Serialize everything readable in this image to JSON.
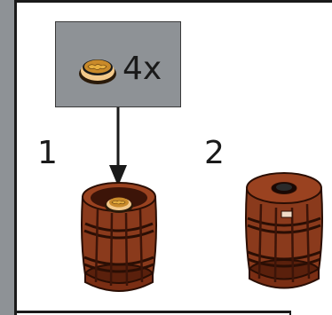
{
  "callout": {
    "quantity_label": "4x",
    "part_icon": "round-tile-gold-coin-icon"
  },
  "steps": [
    {
      "number": "1",
      "image": "barrel-with-coin-tile-icon"
    },
    {
      "number": "2",
      "image": "barrel-with-lid-icon"
    }
  ],
  "colors": {
    "background_gray": "#8e9296",
    "barrel_brown": "#8a3a1c",
    "barrel_dark": "#3c1408",
    "coin_tan": "#e8b86c"
  }
}
